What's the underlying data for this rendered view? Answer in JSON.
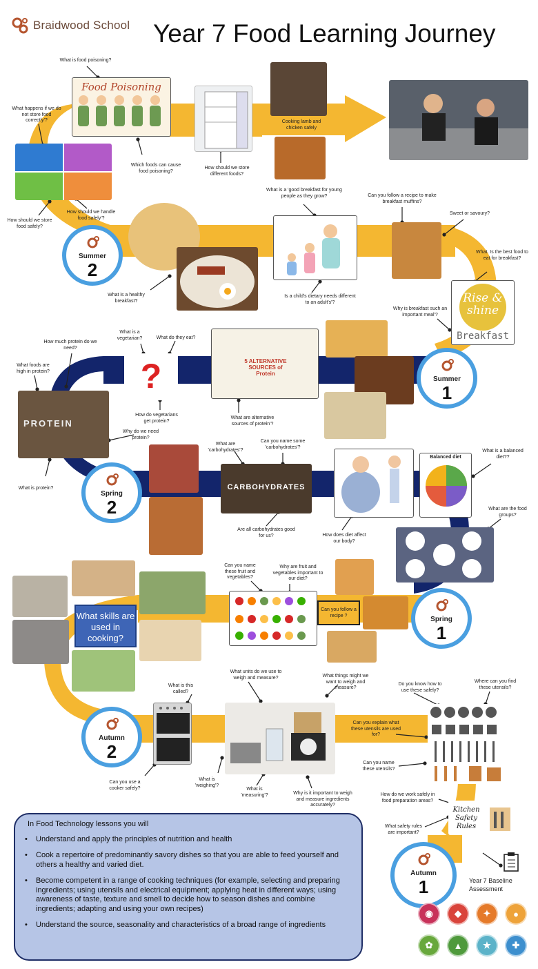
{
  "header": {
    "school": "Braidwood School",
    "title": "Year 7 Food Learning Journey"
  },
  "colors": {
    "gold": "#f4b731",
    "navy": "#13256b",
    "badge_ring": "#4a9fe0",
    "brand": "#b5552f"
  },
  "badges": {
    "summer2": {
      "season": "Summer",
      "num": "2"
    },
    "summer1": {
      "season": "Summer",
      "num": "1"
    },
    "spring2": {
      "season": "Spring",
      "num": "2"
    },
    "spring1": {
      "season": "Spring",
      "num": "1"
    },
    "autumn2": {
      "season": "Autumn",
      "num": "2"
    },
    "autumn1": {
      "season": "Autumn",
      "num": "1"
    }
  },
  "images": {
    "food_poisoning": "Food Poisoning",
    "cooking_lamb": "Cooking lamb and chicken safely",
    "alt_protein": "5 ALTERNATIVE SOURCES of Protein",
    "protein": "PROTEIN",
    "carbohydrates": "CARBOHYDRATES",
    "balanced_diet": "Balanced diet",
    "rise_1": "Rise &",
    "rise_2": "shine",
    "rise_3": "Breakfast",
    "kitchen_safety": "Kitchen Safety Rules"
  },
  "questions": {
    "what_is_food_poisoning": "What is food poisoning?",
    "what_happens": "What happens if we do not store food correctly'?",
    "which_foods": "Which foods can cause food poisoning?",
    "how_store_diff": "How should we store different foods?",
    "how_store_safely": "How should we store food safely?",
    "how_handle": "How should we handle food safely'?",
    "good_breakfast": "What is a 'good breakfast for young people as they grow?",
    "follow_muffins": "Can you follow a recipe to make breakfast muffins?",
    "sweet_savoury": "Sweet or savoury?",
    "best_food": "What. Is the best food to eat for breakfast?",
    "why_breakfast": "Why is breakfast such an important meal'?",
    "childs_needs": "Is a child's dietary needs different to an adult's'?",
    "healthy_breakfast": "What is a healthy breakfast?",
    "vegetarian": "What is a vegetarian?",
    "what_eat": "What do they eat?",
    "how_much_protein": "How much protein do we need?",
    "high_protein": "What foods are high in protein?",
    "veg_protein": "How do vegetarians get protein?",
    "why_protein": "Why do we need protein?",
    "alt_sources": "What are alternative sources of protein'?",
    "what_protein": "What is protein?",
    "what_carbs": "What are 'carbohydrates'?",
    "name_carbs": "Can you name some 'carbohydrates'?",
    "carbs_good": "Are all carbohydrates good for us?",
    "diet_affect": "How does diet affect our body?",
    "balanced": "What is a balanced diet??",
    "food_groups": "What are the food groups?",
    "name_fruit": "Can you name these fruit and vegetables?",
    "why_fruit": "Why are fruit and vegetables important to our diet?",
    "follow_recipe": "Can you follow a recipe ?",
    "skills": "What skills are used in cooking?",
    "what_called": "What is this called?",
    "units": "What units do we use to weigh and measure?",
    "things_weigh": "What things might we want to weigh and measure?",
    "know_use": "Do you know how to use these safely?",
    "find_utensils": "Where can you find these utensils?",
    "explain_utensils": "Can you explain what these utensils are used for?",
    "name_utensils": "Can you name these utensils?",
    "cooker_safely": "Can you use a cooker safely?",
    "weighing": "What is 'weighing'?",
    "measuring": "What is 'measuring'?",
    "why_weigh": "Why is it important to weigh and measure ingredients accurately?",
    "work_safely": "How do we work safely in food preparation areas?",
    "safety_rules": "What safety rules are important?"
  },
  "info": {
    "intro": "In Food Technology lessons you will",
    "bullets": [
      "Understand and apply the principles of nutrition and health",
      "Cook a repertoire of predominantly savory dishes so that you are able to feed yourself and others a healthy and varied diet.",
      "Become competent in a range of cooking techniques (for example, selecting and preparing ingredients; using utensils and electrical equipment; applying heat in different ways; using awareness of taste, texture and smell to decide how to season dishes and combine ingredients; adapting and using your own recipes)",
      "Understand the source, seasonality and characteristics of a broad range of ingredients"
    ]
  },
  "baseline": "Year 7 Baseline Assessment"
}
